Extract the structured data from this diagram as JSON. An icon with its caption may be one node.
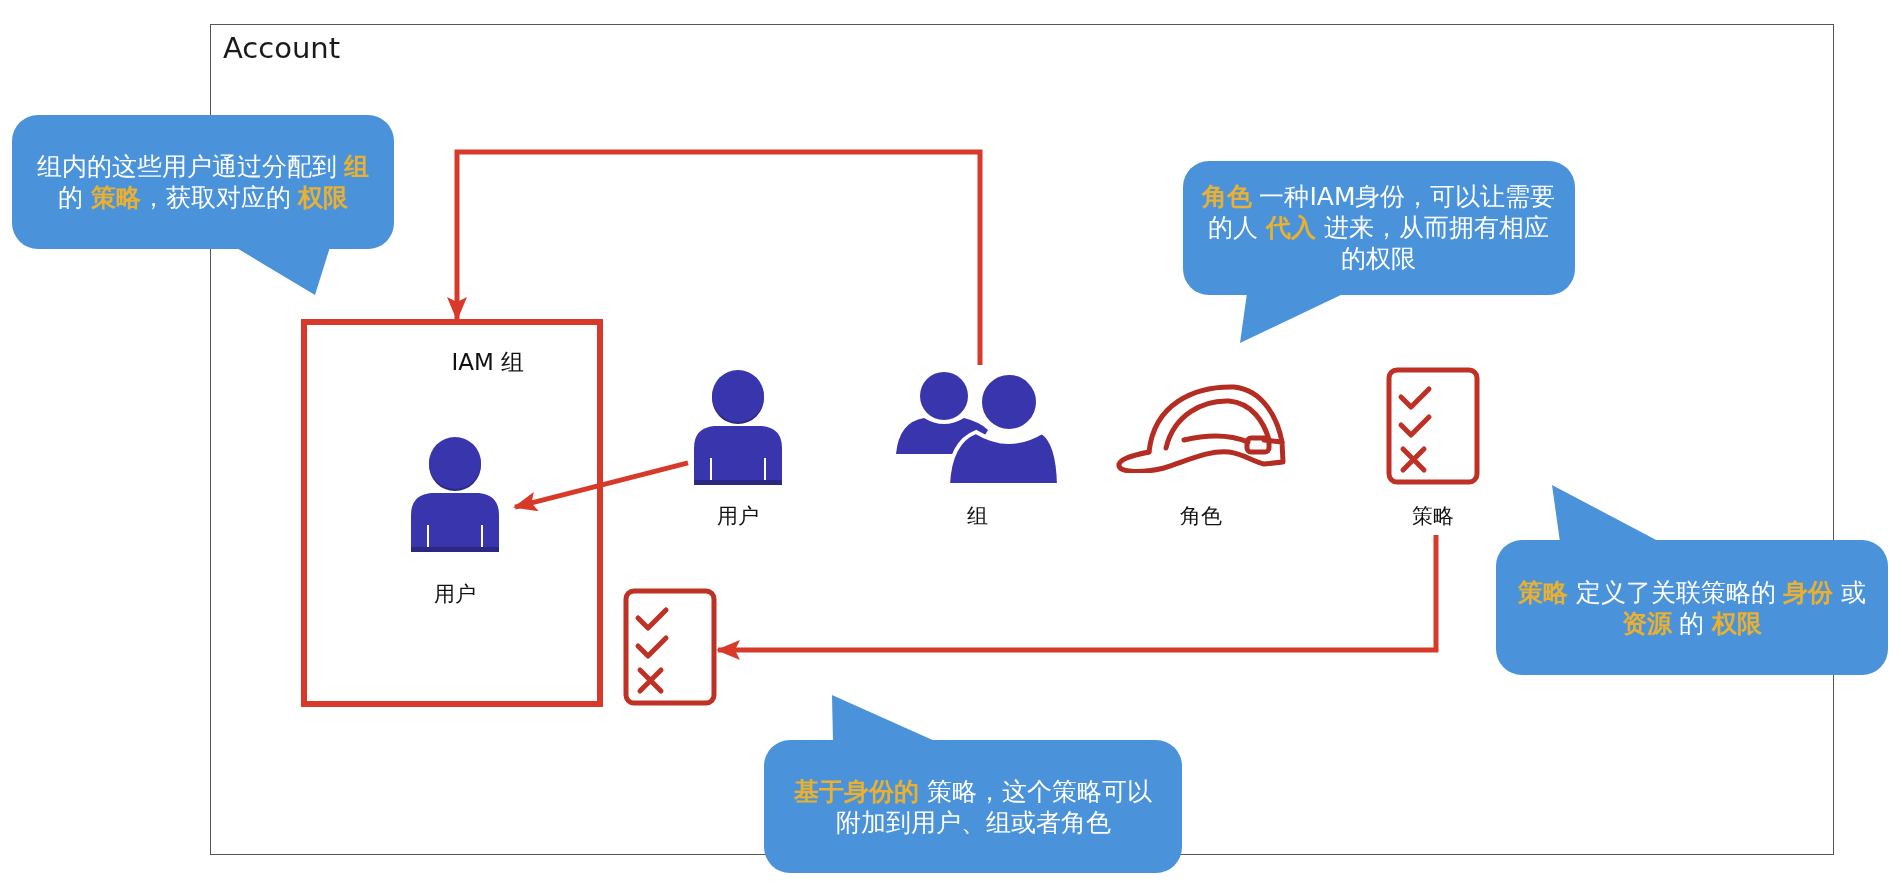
{
  "diagram": {
    "nodes": [
      {
        "text": [
          "Account"
        ]
      },
      {
        "text": [
          "组内的这些用户通过分配到 **组**的 **策略**，获取对应的 **权限**"
        ]
      },
      {
        "text": [
          "**角色** 一种IAM身份，可以让需要的人 **代入** 进来，从而拥有相应的权限"
        ],
        "in": 0
      },
      {
        "text": [
          "IAM 组"
        ],
        "in": 0
      },
      {
        "text": [
          "用户"
        ],
        "in": 3
      },
      {
        "text": [
          "用户"
        ],
        "in": 0
      },
      {
        "text": [
          "组"
        ],
        "in": 0
      },
      {
        "text": [
          "角色"
        ],
        "in": 0
      },
      {
        "text": [
          "策略"
        ],
        "in": 0
      },
      {
        "text": [
          "**策略** 定义了关联策略的 **身份** 或**资源** 的 **权限**"
        ]
      },
      {
        "text": [],
        "shape": "picture",
        "in": 0
      },
      {
        "text": [
          "**基于身份的** 策略，这个策略可以附加到用户、组或者角色"
        ]
      }
    ],
    "edges": [
      {
        "from": 6,
        "to": 3,
        "arrow": "to"
      },
      {
        "from": 5,
        "to": 4,
        "arrow": "to"
      },
      {
        "from": 8,
        "to": 10,
        "arrow": "to"
      }
    ]
  }
}
